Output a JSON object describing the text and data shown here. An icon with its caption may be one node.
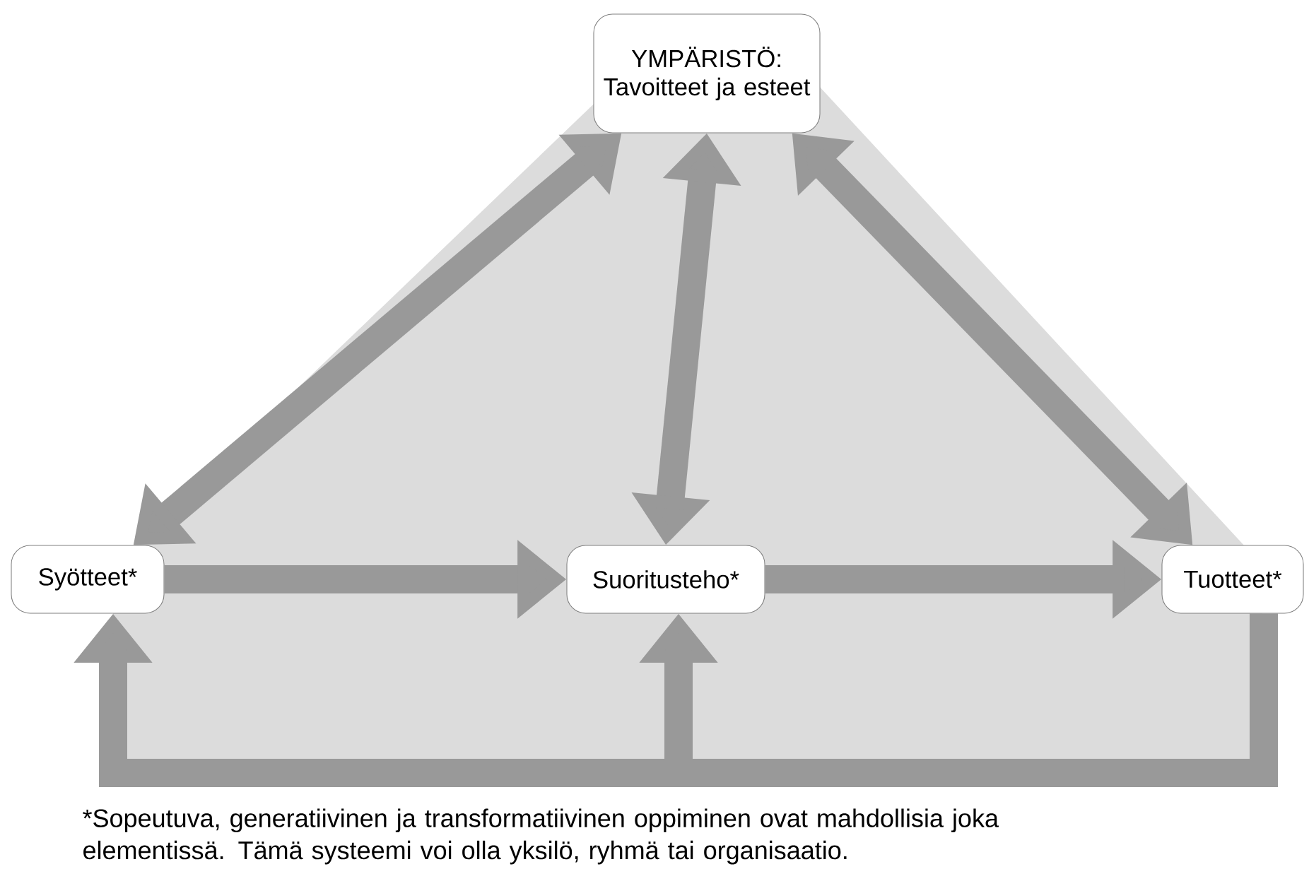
{
  "diagram": {
    "caption": "*Sopeutuva, generatiivinen ja transformatiivinen oppiminen ovat mahdollisia joka elementissä. Tämä systeemi voi olla yksilö, ryhmä tai organisaatio.",
    "nodes": [
      {
        "text": [
          "YMPÄRISTÖ: Tavoitteet ja esteet"
        ]
      },
      {
        "text": [
          "Syötteet*"
        ]
      },
      {
        "text": [
          "Suoritusteho*"
        ]
      },
      {
        "text": [
          "Tuotteet*"
        ]
      }
    ],
    "edges": [
      {
        "from": 0,
        "to": 1,
        "arrow": "both"
      },
      {
        "from": 0,
        "to": 2,
        "arrow": "both"
      },
      {
        "from": 0,
        "to": 3,
        "arrow": "both"
      },
      {
        "from": 1,
        "to": 2,
        "arrow": "to"
      },
      {
        "from": 2,
        "to": 3,
        "arrow": "to"
      },
      {
        "from": 3,
        "to": 1,
        "arrow": "to"
      },
      {
        "from": 3,
        "to": 2,
        "arrow": "to"
      }
    ]
  }
}
